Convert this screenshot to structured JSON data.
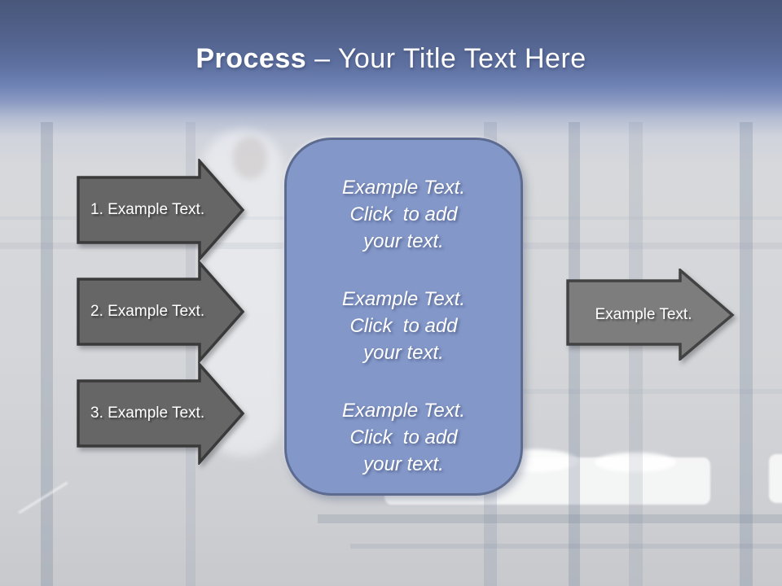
{
  "title": {
    "bold": "Process",
    "rest": " – Your Title Text Here"
  },
  "left_arrows": [
    {
      "label": "1. Example Text."
    },
    {
      "label": "2. Example Text."
    },
    {
      "label": "3. Example Text."
    }
  ],
  "panel": {
    "blocks": [
      {
        "lines": [
          "Example Text.",
          "Click  to add",
          "your text."
        ]
      },
      {
        "lines": [
          "Example Text.",
          "Click  to add",
          "your text."
        ]
      },
      {
        "lines": [
          "Example Text.",
          "Click  to add",
          "your text."
        ]
      }
    ]
  },
  "right_arrow": {
    "label": "Example Text."
  },
  "colors": {
    "header_gradient_top": "#48577a",
    "header_gradient_mid": "#6e82b4",
    "background_gray": "#d5d8db",
    "left_arrow_fill": "#666666",
    "left_arrow_border": "#3a3a3a",
    "right_arrow_fill": "#7d7d7d",
    "right_arrow_border": "#424242",
    "panel_fill": "#8397c9",
    "panel_border": "#5c6b8f",
    "text": "#ffffff"
  }
}
